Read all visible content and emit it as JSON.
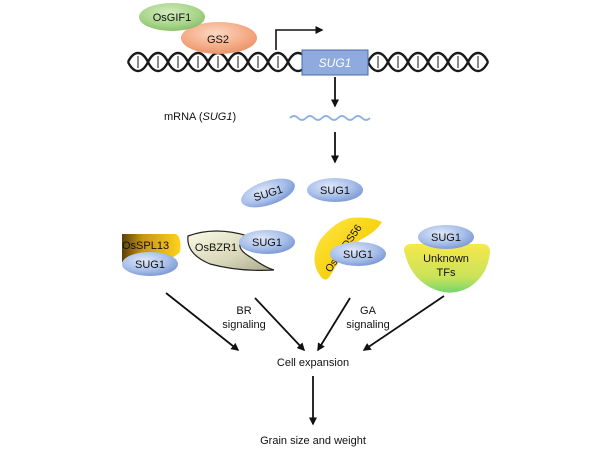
{
  "proteins": {
    "osgif1": "OsGIF1",
    "gs2": "GS2",
    "sug1_gene": "SUG1",
    "sug1_a": "SUG1",
    "sug1_b": "SUG1",
    "osspl13": "OsSPL13",
    "sug1_spl": "SUG1",
    "osbzr1": "OsBZR1",
    "sug1_bzr": "SUG1",
    "osmads56": "OsMADS56",
    "sug1_mads": "SUG1",
    "sug1_unknown": "SUG1",
    "unknown_tfs_line1": "Unknown",
    "unknown_tfs_line2": "TFs"
  },
  "labels": {
    "mrna_prefix": "mRNA (",
    "mrna_gene": "SUG1",
    "mrna_suffix": ")",
    "br_line1": "BR",
    "br_line2": "signaling",
    "ga_line1": "GA",
    "ga_line2": "signaling",
    "cell_expansion": "Cell expansion",
    "grain": "Grain size and weight"
  },
  "colors": {
    "dna": "#1a1a1a",
    "sug1_fill": "#8faadc",
    "mrna": "#8fb3e0"
  }
}
